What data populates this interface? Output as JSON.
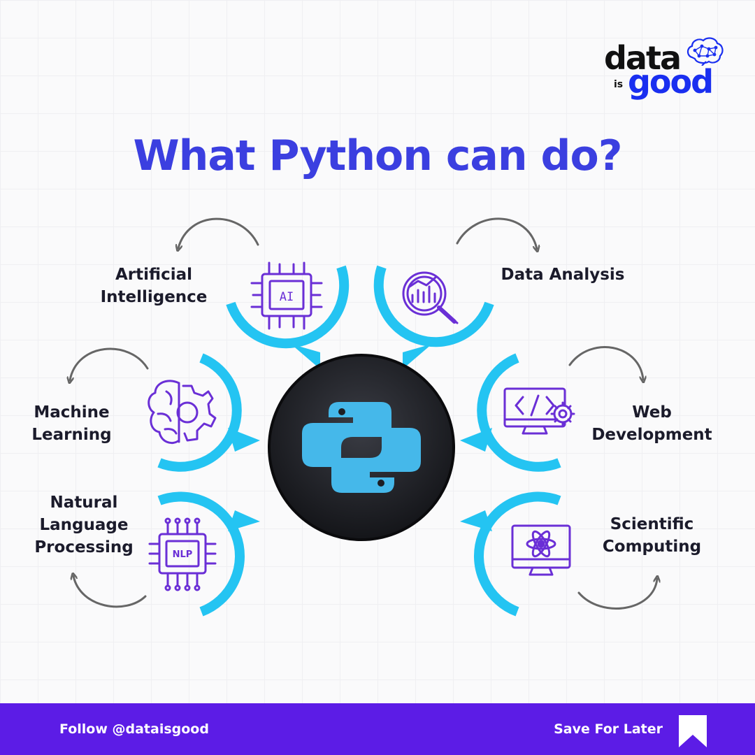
{
  "brand": {
    "word_data": "data",
    "word_is": "is",
    "word_good": "good"
  },
  "title": "What Python can do?",
  "items": [
    {
      "label": "Artificial\nIntelligence",
      "icon": "ai-chip-icon"
    },
    {
      "label": "Data Analysis",
      "icon": "data-analysis-magnifier-icon"
    },
    {
      "label": "Machine\nLearning",
      "icon": "brain-gear-icon"
    },
    {
      "label": "Web\nDevelopment",
      "icon": "code-monitor-icon"
    },
    {
      "label": "Natural\nLanguage\nProcessing",
      "icon": "nlp-chip-icon"
    },
    {
      "label": "Scientific\nComputing",
      "icon": "atom-monitor-icon"
    }
  ],
  "center_icon": "python-logo-icon",
  "footer": {
    "follow": "Follow @dataisgood",
    "save": "Save For Later",
    "save_icon": "bookmark-icon"
  },
  "colors": {
    "title": "#3b3fe0",
    "accent_cyan": "#24c4f2",
    "icon_purple": "#6a2fd6",
    "footer_bg": "#5c1ce6",
    "brand_blue": "#1a2ff0"
  }
}
